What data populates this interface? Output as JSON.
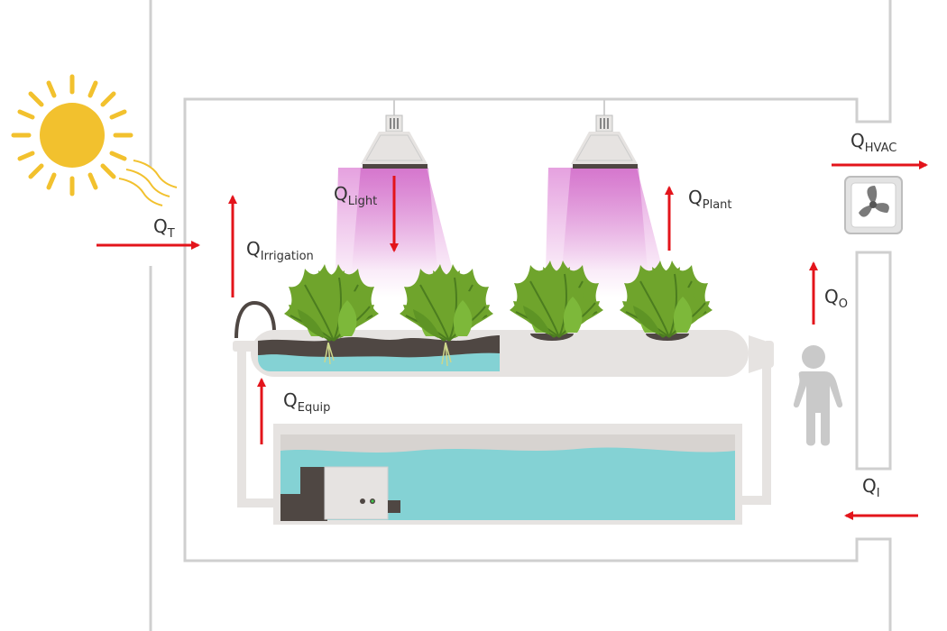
{
  "labels": {
    "q_t": {
      "main": "Q",
      "sub": "T"
    },
    "q_irrigation": {
      "main": "Q",
      "sub": "Irrigation"
    },
    "q_light": {
      "main": "Q",
      "sub": "Light"
    },
    "q_plant": {
      "main": "Q",
      "sub": "Plant"
    },
    "q_hvac": {
      "main": "Q",
      "sub": "HVAC"
    },
    "q_o": {
      "main": "Q",
      "sub": "O"
    },
    "q_equip": {
      "main": "Q",
      "sub": "Equip"
    },
    "q_i": {
      "main": "Q",
      "sub": "I"
    }
  },
  "colors": {
    "arrow": "#e3141b",
    "wall": "#cfcfcf",
    "sun": "#f2c12e",
    "led_beam": "#d35fc9",
    "water": "#84d2d4",
    "soil": "#4f4743",
    "leaf": "#6fa42c",
    "leaf_dark": "#4c7d1f",
    "pipe": "#e6e3e1",
    "person": "#c9c9c9"
  },
  "icons": {
    "sun": "sun-icon",
    "grow_light": "grow-light-icon",
    "plant": "lettuce-plant-icon",
    "hvac_fan": "fan-icon",
    "person": "person-icon",
    "pump": "water-pump-icon"
  }
}
